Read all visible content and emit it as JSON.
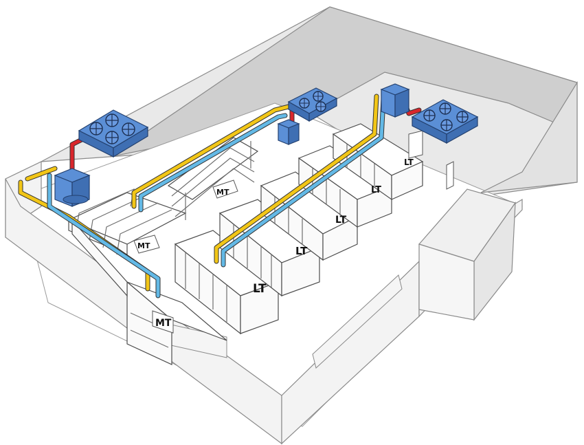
{
  "labels": {
    "mt_shelf_left": "MT",
    "mt_shelf_center": "MT",
    "mt_case_front": "MT",
    "lt_case_1": "LT",
    "lt_case_2": "LT",
    "lt_case_3": "LT",
    "lt_case_4": "LT",
    "lt_case_5": "LT"
  },
  "colors": {
    "condenser_blue": "#5b8fd6",
    "pipe_yellow": "#f2c617",
    "pipe_light_blue": "#63b9e6",
    "pipe_red": "#d9262c"
  },
  "icons": [
    "fan-icon"
  ]
}
